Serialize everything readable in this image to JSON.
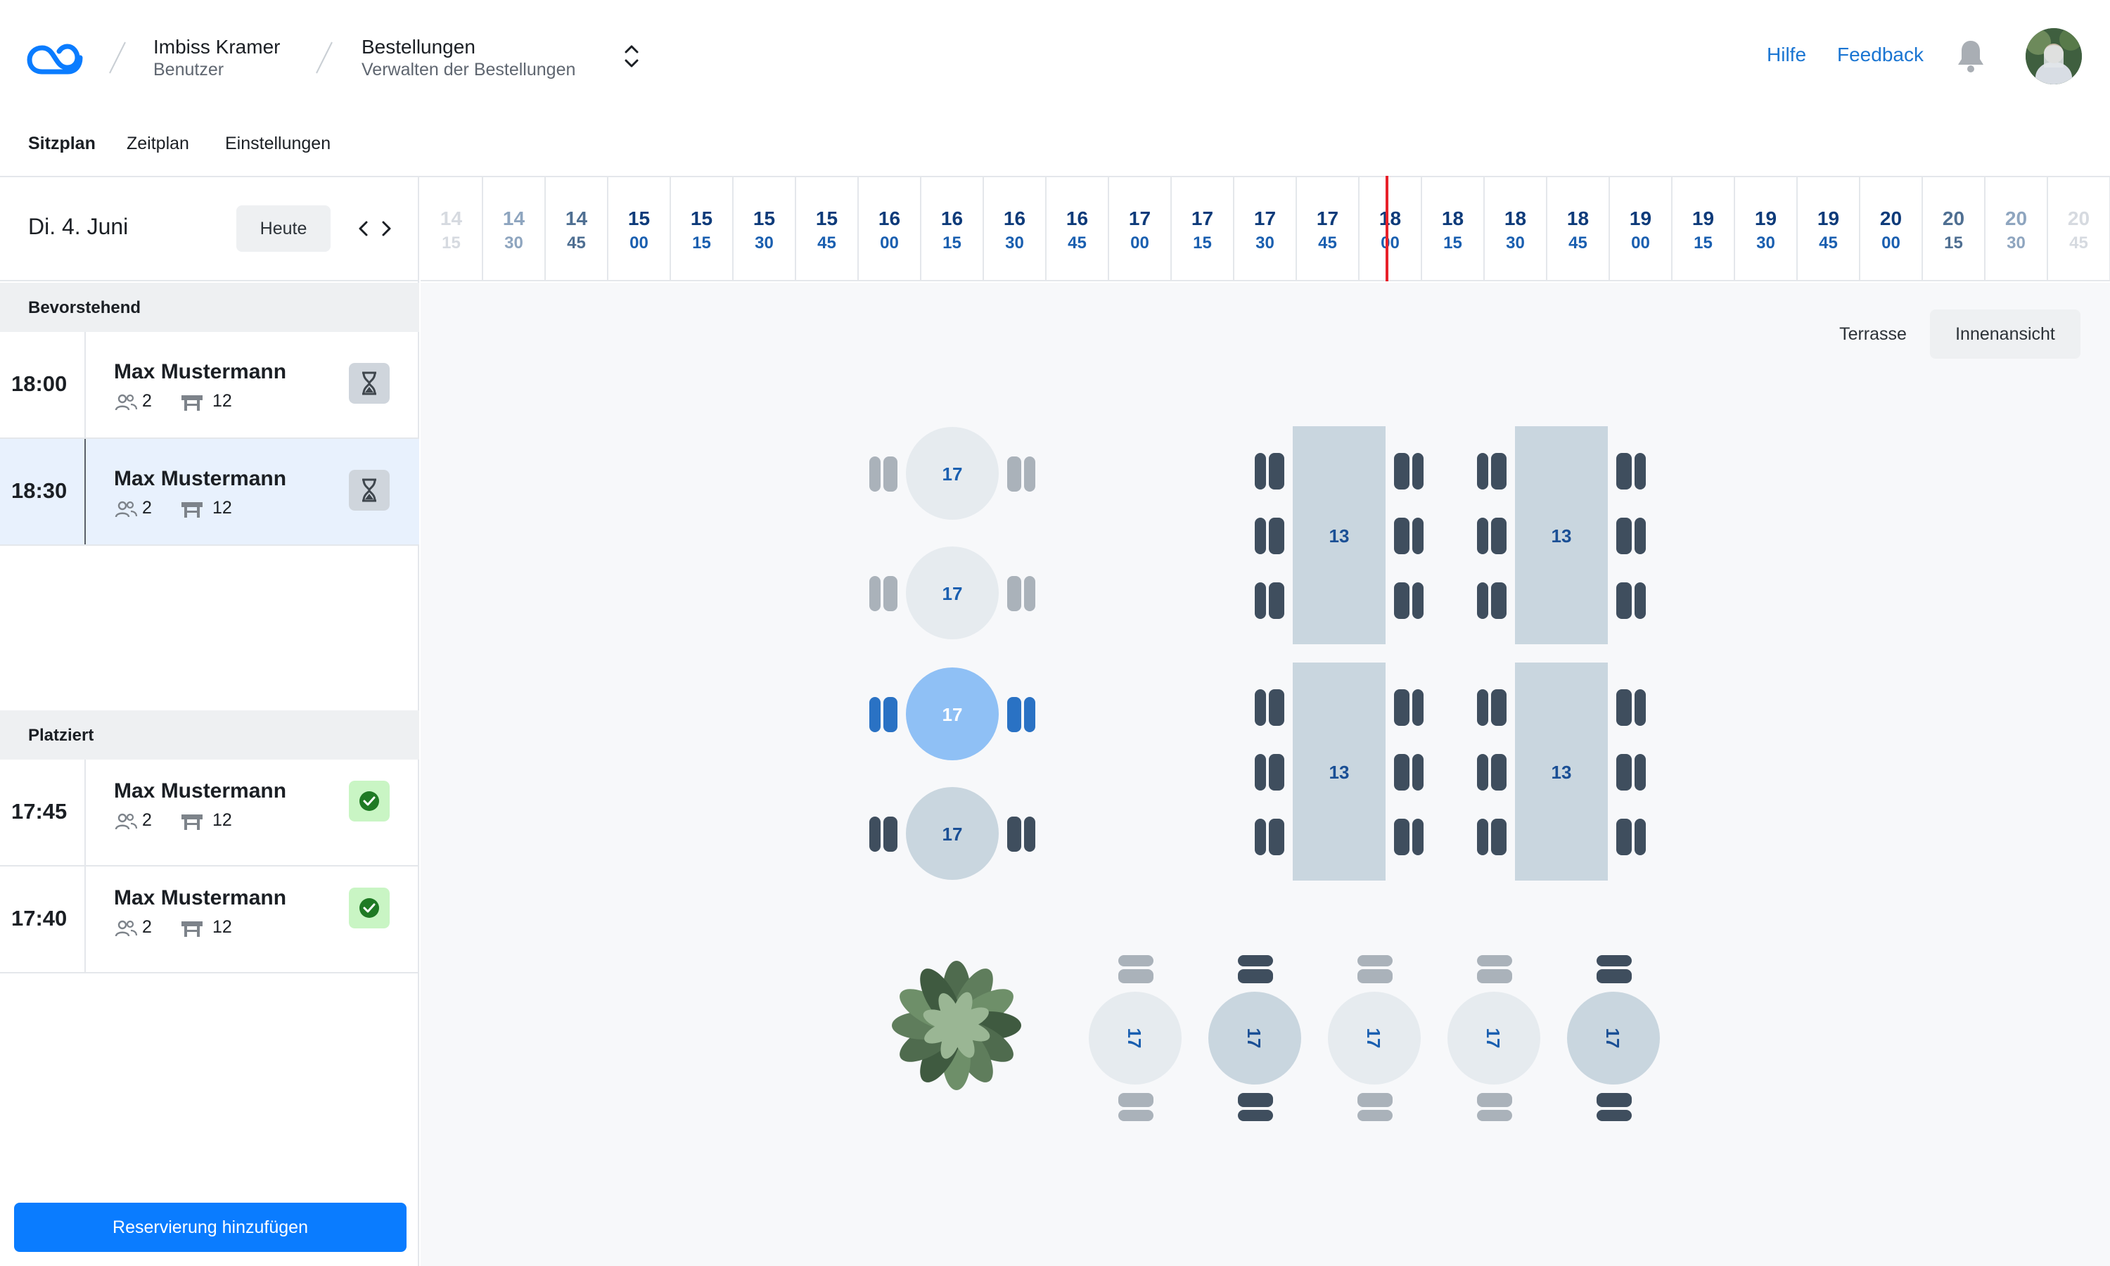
{
  "header": {
    "restaurant_name": "Imbiss Kramer",
    "restaurant_sub": "Benutzer",
    "section_name": "Bestellungen",
    "section_sub": "Verwalten der Bestellungen",
    "help_label": "Hilfe",
    "feedback_label": "Feedback"
  },
  "subnav": {
    "tabs": [
      {
        "label": "Sitzplan",
        "active": true
      },
      {
        "label": "Zeitplan",
        "active": false
      },
      {
        "label": "Einstellungen",
        "active": false
      }
    ]
  },
  "datebar": {
    "date": "Di. 4. Juni",
    "today_label": "Heute"
  },
  "timeline": {
    "slots": [
      {
        "h": "14",
        "m": "15"
      },
      {
        "h": "14",
        "m": "30"
      },
      {
        "h": "14",
        "m": "45"
      },
      {
        "h": "15",
        "m": "00"
      },
      {
        "h": "15",
        "m": "15"
      },
      {
        "h": "15",
        "m": "30"
      },
      {
        "h": "15",
        "m": "45"
      },
      {
        "h": "16",
        "m": "00"
      },
      {
        "h": "16",
        "m": "15"
      },
      {
        "h": "16",
        "m": "30"
      },
      {
        "h": "16",
        "m": "45"
      },
      {
        "h": "17",
        "m": "00"
      },
      {
        "h": "17",
        "m": "15"
      },
      {
        "h": "17",
        "m": "30"
      },
      {
        "h": "17",
        "m": "45"
      },
      {
        "h": "18",
        "m": "00"
      },
      {
        "h": "18",
        "m": "15"
      },
      {
        "h": "18",
        "m": "30"
      },
      {
        "h": "18",
        "m": "45"
      },
      {
        "h": "19",
        "m": "00"
      },
      {
        "h": "19",
        "m": "15"
      },
      {
        "h": "19",
        "m": "30"
      },
      {
        "h": "19",
        "m": "45"
      },
      {
        "h": "20",
        "m": "00"
      },
      {
        "h": "20",
        "m": "15"
      },
      {
        "h": "20",
        "m": "30"
      },
      {
        "h": "20",
        "m": "45"
      }
    ]
  },
  "upcoming": {
    "title": "Bevorstehend",
    "items": [
      {
        "time": "18:00",
        "name": "Max Mustermann",
        "guests": "2",
        "table": "12",
        "status": "waiting"
      },
      {
        "time": "18:30",
        "name": "Max Mustermann",
        "guests": "2",
        "table": "12",
        "status": "waiting"
      }
    ]
  },
  "placed": {
    "title": "Platziert",
    "items": [
      {
        "time": "17:45",
        "name": "Max Mustermann",
        "guests": "2",
        "table": "12",
        "status": "seated"
      },
      {
        "time": "17:40",
        "name": "Max Mustermann",
        "guests": "2",
        "table": "12",
        "status": "seated"
      }
    ]
  },
  "add_button": "Reservierung hinzufügen",
  "floor": {
    "views": [
      {
        "label": "Terrasse",
        "active": false
      },
      {
        "label": "Innenansicht",
        "active": true
      }
    ],
    "round_tables": [
      {
        "label": "17",
        "state": "free"
      },
      {
        "label": "17",
        "state": "free"
      },
      {
        "label": "17",
        "state": "selected"
      },
      {
        "label": "17",
        "state": "occupied"
      }
    ],
    "long_tables": [
      {
        "label": "13"
      },
      {
        "label": "13"
      },
      {
        "label": "13"
      },
      {
        "label": "13"
      }
    ],
    "bottom_tables": [
      {
        "label": "17",
        "state": "free"
      },
      {
        "label": "17",
        "state": "occupied"
      },
      {
        "label": "17",
        "state": "free"
      },
      {
        "label": "17",
        "state": "free"
      },
      {
        "label": "17",
        "state": "occupied"
      }
    ]
  },
  "colors": {
    "accent": "#0a7cff",
    "link": "#1a75d2",
    "now_line": "#e8202a",
    "selected_table": "#8fc0f5",
    "seated_badge": "#c9f5c4"
  }
}
